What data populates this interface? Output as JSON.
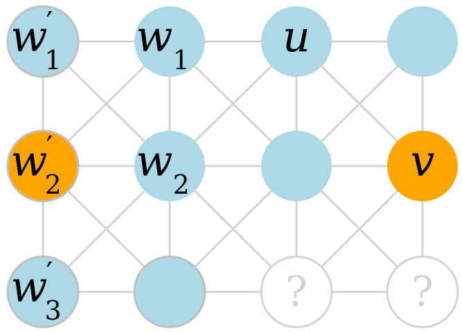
{
  "colors": {
    "edge": "#d3d3d3",
    "node_fill": "#add8e6",
    "highlight_fill": "#ffa500",
    "unknown_fill": "#ffffff",
    "unknown_stroke": "#d3d3d3",
    "outline_stroke": "#c0c0c0",
    "text": "#000000",
    "unknown_text": "#d3d3d3"
  },
  "grid": {
    "rows": 3,
    "cols": 4
  },
  "nodes": [
    {
      "id": "n00",
      "row": 0,
      "col": 0,
      "base": "w",
      "sub": "1",
      "prime": true,
      "fill": "node",
      "outlined": true
    },
    {
      "id": "n01",
      "row": 0,
      "col": 1,
      "base": "w",
      "sub": "1",
      "prime": false,
      "fill": "node",
      "outlined": false
    },
    {
      "id": "n02",
      "row": 0,
      "col": 2,
      "base": "u",
      "sub": "",
      "prime": false,
      "fill": "node",
      "outlined": false
    },
    {
      "id": "n03",
      "row": 0,
      "col": 3,
      "base": "",
      "sub": "",
      "prime": false,
      "fill": "node",
      "outlined": false
    },
    {
      "id": "n10",
      "row": 1,
      "col": 0,
      "base": "w",
      "sub": "2",
      "prime": true,
      "fill": "highlight",
      "outlined": true
    },
    {
      "id": "n11",
      "row": 1,
      "col": 1,
      "base": "w",
      "sub": "2",
      "prime": false,
      "fill": "node",
      "outlined": false
    },
    {
      "id": "n12",
      "row": 1,
      "col": 2,
      "base": "",
      "sub": "",
      "prime": false,
      "fill": "node",
      "outlined": false
    },
    {
      "id": "n13",
      "row": 1,
      "col": 3,
      "base": "v",
      "sub": "",
      "prime": false,
      "fill": "highlight",
      "outlined": false
    },
    {
      "id": "n20",
      "row": 2,
      "col": 0,
      "base": "w",
      "sub": "3",
      "prime": true,
      "fill": "node",
      "outlined": true
    },
    {
      "id": "n21",
      "row": 2,
      "col": 1,
      "base": "",
      "sub": "",
      "prime": false,
      "fill": "node",
      "outlined": true
    },
    {
      "id": "n22",
      "row": 2,
      "col": 2,
      "base": "?",
      "sub": "",
      "prime": false,
      "fill": "unknown",
      "outlined": false
    },
    {
      "id": "n23",
      "row": 2,
      "col": 3,
      "base": "?",
      "sub": "",
      "prime": false,
      "fill": "unknown",
      "outlined": false
    }
  ]
}
